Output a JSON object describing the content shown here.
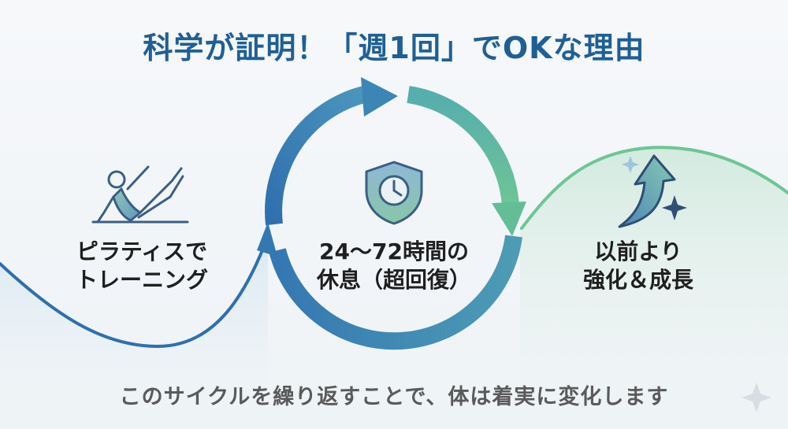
{
  "title": "科学が証明！「週1回」でOKな理由",
  "steps": [
    {
      "line1": "ピラティスで",
      "line2": "トレーニング",
      "icon": "pilates-pose-icon"
    },
    {
      "line1": "24〜72時間の",
      "line2": "休息（超回復）",
      "icon": "shield-clock-icon"
    },
    {
      "line1": "以前より",
      "line2": "強化＆成長",
      "icon": "growth-arrow-icon"
    }
  ],
  "footer": "このサイクルを繰り返すことで、体は着実に変化します",
  "colors": {
    "title": "#1f5f95",
    "footer": "#5a5a5a",
    "blue": "#3a78b4",
    "green": "#6ec595",
    "text": "#1f1f1f"
  }
}
